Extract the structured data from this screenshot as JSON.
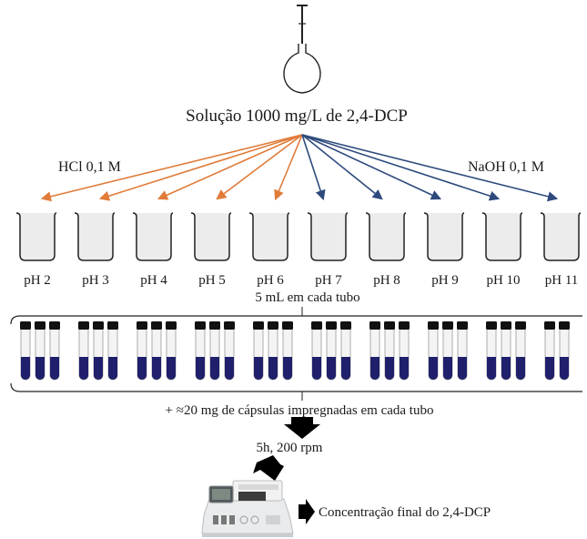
{
  "solution_label": "Solução  1000 mg/L  de 2,4-DCP",
  "acid_label": "HCl 0,1  M",
  "base_label": "NaOH  0,1  M",
  "ph_labels": [
    "pH 2",
    "pH 3",
    "pH 4",
    "pH 5",
    "pH 6",
    "pH 7",
    "pH 8",
    "pH 9",
    "pH 10",
    "pH 11"
  ],
  "volume_label": "5 mL  em cada tubo",
  "capsules_label": "+ ≈20  mg  de cápsulas impregnadas  em cada tubo",
  "agitation_label": "5h,  200  rpm",
  "result_label": "Concentração final  do 2,4-DCP",
  "colors": {
    "acid_arrow": "#e07b39",
    "base_arrow": "#2e4a7d",
    "tube_liquid": "#1f1f6b",
    "tube_cap": "#111111",
    "beaker_fill": "#ececec"
  }
}
